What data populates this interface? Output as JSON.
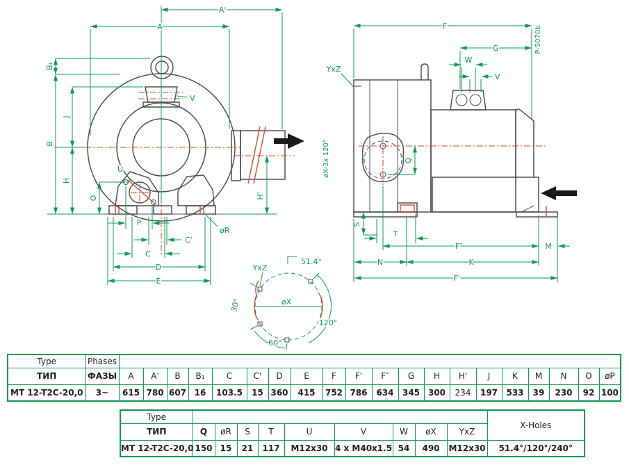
{
  "drawing": {
    "front": {
      "a_top": "A'",
      "a": "A",
      "b1": "B₁",
      "b": "B",
      "j": "J",
      "h": "H",
      "o": "O",
      "u": "U",
      "v": "V",
      "p": "P",
      "c": "C",
      "c1": "C'",
      "d": "D",
      "e": "E",
      "r": "øR",
      "h1": "H'"
    },
    "side": {
      "f": "F",
      "g": "G",
      "w": "W",
      "v": "V",
      "yxz": "YxZ",
      "xnote": "øX-3x 120°",
      "q": "Q",
      "s": "S",
      "t": "T",
      "f2": "F″",
      "m": "M",
      "n": "N",
      "k": "K",
      "f1": "F'",
      "pn": "P-5070b"
    },
    "detail": {
      "yxz": "YxZ",
      "a1": "51.4°",
      "x": "øX",
      "a2": "120°",
      "a3": "60°",
      "a4": "30°"
    }
  },
  "table1": {
    "type_label": "Type",
    "type_label_ru": "ТИП",
    "phases_label": "Phases",
    "phases_label_ru": "ФАЗЫ",
    "model": "MT 12-T2C-20,0",
    "phases_value": "3~",
    "columns": [
      "A",
      "A'",
      "B",
      "B₁",
      "C",
      "C'",
      "D",
      "E",
      "F",
      "F'",
      "F″",
      "G",
      "H",
      "H'",
      "J",
      "K",
      "M",
      "N",
      "O",
      "øP"
    ],
    "values": [
      "615",
      "780",
      "607",
      "16",
      "103.5",
      "15",
      "360",
      "415",
      "752",
      "786",
      "634",
      "345",
      "300",
      "234",
      "197",
      "533",
      "39",
      "230",
      "92",
      "100"
    ]
  },
  "table2": {
    "type_label": "Type",
    "type_label_ru": "ТИП",
    "model": "MT 12-T2C-20,0",
    "columns": [
      "Q",
      "øR",
      "S",
      "T",
      "U",
      "V",
      "W",
      "øX",
      "YxZ"
    ],
    "values": [
      "150",
      "15",
      "21",
      "117",
      "M12x30",
      "4 x M40x1.5",
      "54",
      "490",
      "M12x30"
    ],
    "xholes_label": "X-Holes",
    "xholes_value": "51.4°/120°/240°"
  },
  "colors": {
    "dimension_green": "#0a9b4c",
    "centerline_red": "#cd4a33",
    "outline_gray": "#4f4f4f",
    "arrow_black": "#1a1a1a"
  }
}
